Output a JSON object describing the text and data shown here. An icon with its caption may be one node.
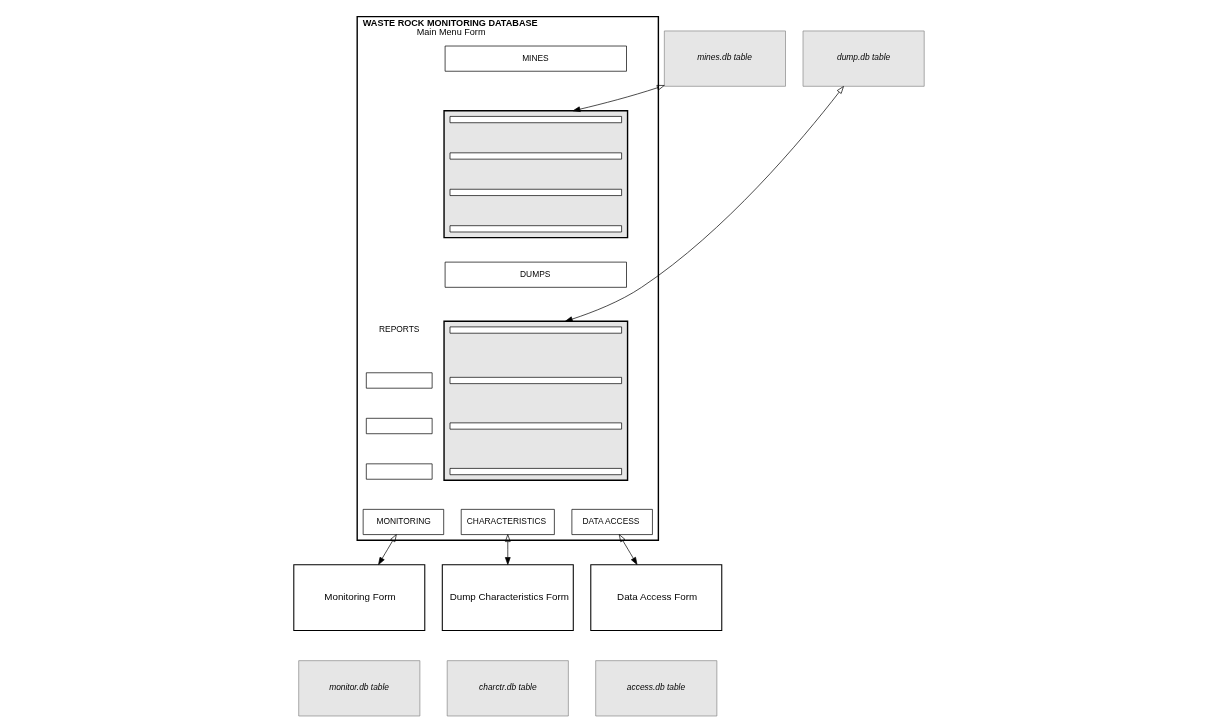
{
  "diagram": {
    "nodes": [
      {
        "text": [
          "WASTE ROCK MONITORING DATABASE",
          "Main Menu Form"
        ]
      },
      {
        "text": [
          "MINES"
        ],
        "in": 0
      },
      {
        "text": [],
        "shape": "box",
        "in": 0
      },
      {
        "text": [],
        "shape": "bar",
        "in": 2
      },
      {
        "text": [],
        "shape": "bar",
        "in": 2
      },
      {
        "text": [],
        "shape": "bar",
        "in": 2
      },
      {
        "text": [],
        "shape": "bar",
        "in": 2
      },
      {
        "text": [
          "DUMPS"
        ],
        "in": 0
      },
      {
        "text": [],
        "shape": "box",
        "in": 0
      },
      {
        "text": [],
        "shape": "bar",
        "in": 8
      },
      {
        "text": [],
        "shape": "bar",
        "in": 8
      },
      {
        "text": [],
        "shape": "bar",
        "in": 8
      },
      {
        "text": [],
        "shape": "bar",
        "in": 8
      },
      {
        "text": [],
        "shape": "box",
        "in": 0
      },
      {
        "text": [],
        "shape": "box",
        "in": 0
      },
      {
        "text": [],
        "shape": "box",
        "in": 0
      },
      {
        "text": [
          "MONITORING"
        ],
        "in": 0
      },
      {
        "text": [
          "CHARACTERISTICS"
        ],
        "in": 0
      },
      {
        "text": [
          "DATA ACCESS"
        ],
        "in": 0
      },
      {
        "text": [
          "mines.db table"
        ]
      },
      {
        "text": [
          "dump.db table"
        ]
      },
      {
        "text": [
          "Monitoring Form"
        ]
      },
      {
        "text": [
          "monitor.db table"
        ]
      },
      {
        "text": [
          "Dump Characteristics Form"
        ]
      },
      {
        "text": [
          "charctr.db table"
        ]
      },
      {
        "text": [
          "Data Access Form"
        ]
      },
      {
        "text": [
          "access.db table"
        ]
      }
    ],
    "edges": [
      {
        "from": 19,
        "to": 2,
        "arrow": "both"
      },
      {
        "from": 20,
        "to": 8,
        "arrow": "both"
      },
      {
        "from": 16,
        "to": 21,
        "arrow": "both"
      },
      {
        "from": 17,
        "to": 23,
        "arrow": "both"
      },
      {
        "from": 18,
        "to": 25,
        "arrow": "both"
      }
    ],
    "labels": [
      "REPORTS"
    ]
  }
}
